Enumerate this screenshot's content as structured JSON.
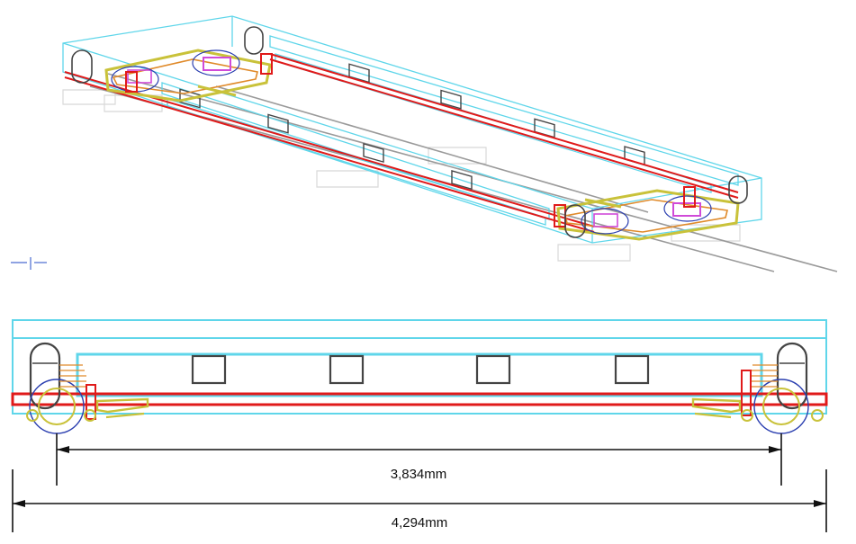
{
  "figure": {
    "isometric_view": {
      "description_visible": false
    },
    "side_view": {
      "window_count": 4,
      "dimensions": [
        {
          "id": "wheelbase",
          "label": "3,834mm",
          "value_mm": 3834
        },
        {
          "id": "overall_length",
          "label": "4,294mm",
          "value_mm": 4294
        }
      ]
    }
  },
  "colors": {
    "body_outline": "#5fd6ea",
    "frame_red": "#e01a1a",
    "bogie_yellow": "#c9c23a",
    "bogie_orange": "#e08a2a",
    "magenta_parts": "#d04ad8",
    "wheel_blue": "#2b3fb0",
    "window_dark": "#444444",
    "rail_grey": "#9a9a9a",
    "dimension_line": "#111111"
  }
}
